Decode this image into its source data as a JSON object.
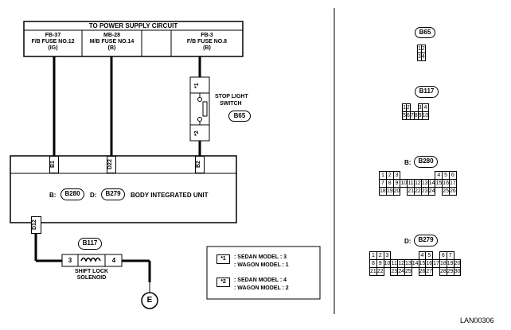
{
  "power": {
    "title": "TO POWER SUPPLY CIRCUIT",
    "fuses": [
      {
        "code": "FB-37",
        "name": "F/B FUSE NO.12",
        "type": "(IG)"
      },
      {
        "code": "MB-28",
        "name": "M/B FUSE NO.14",
        "type": "(B)"
      },
      {
        "code": "FB-3",
        "name": "F/B FUSE NO.8",
        "type": "(B)"
      }
    ]
  },
  "switch": {
    "label1": "STOP LIGHT",
    "label2": "SWITCH",
    "conn": "B65",
    "pin1": "*1",
    "pin2": "*2"
  },
  "unit": {
    "label": "BODY INTEGRATED UNIT",
    "b_prefix": "B:",
    "b_conn": "B280",
    "d_prefix": "D:",
    "d_conn": "B279",
    "pins": [
      "B1",
      "D22",
      "B2"
    ],
    "out_pin": "D12"
  },
  "solenoid": {
    "conn": "B117",
    "pin_a": "3",
    "pin_b": "4",
    "label1": "SHIFT LOCK",
    "label2": "SOLENOID",
    "ground": "E"
  },
  "notes": {
    "n1_tag": "*1",
    "n1_line1": ": SEDAN MODEL : 3",
    "n1_line2": ": WAGON MODEL : 1",
    "n2_tag": "*2",
    "n2_line1": ": SEDAN MODEL : 4",
    "n2_line2": ": WAGON MODEL : 2"
  },
  "connectors": {
    "b65": {
      "label": "B65",
      "rows": [
        [
          "1",
          "2"
        ],
        [
          "3",
          "4"
        ]
      ]
    },
    "b117": {
      "label": "B117",
      "rows": [
        [
          "1",
          "2",
          "",
          "",
          "3",
          "4"
        ],
        [
          "5",
          "6",
          "7",
          "8",
          "9",
          "10"
        ]
      ]
    },
    "b280": {
      "prefix": "B:",
      "label": "B280",
      "rows": [
        [
          "1",
          "2",
          "3",
          "",
          "",
          "",
          "",
          "",
          "4",
          "5",
          "6"
        ],
        [
          "7",
          "8",
          "9",
          "10",
          "11",
          "12",
          "13",
          "14",
          "15",
          "16",
          "17"
        ],
        [
          "18",
          "19",
          "20",
          "",
          "21",
          "22",
          "23",
          "24",
          "",
          "25",
          "26"
        ]
      ]
    },
    "b279": {
      "prefix": "D:",
      "label": "B279",
      "rows": [
        [
          "1",
          "2",
          "3",
          "",
          "",
          "",
          "",
          "4",
          "5",
          "",
          "6",
          "7"
        ],
        [
          "8",
          "9",
          "10",
          "11",
          "12",
          "13",
          "14",
          "15",
          "16",
          "17",
          "18",
          "19",
          "20"
        ],
        [
          "21",
          "22",
          "",
          "23",
          "24",
          "25",
          "",
          "26",
          "27",
          "",
          "28",
          "29",
          "30"
        ]
      ]
    }
  },
  "footer": "LAN00306"
}
